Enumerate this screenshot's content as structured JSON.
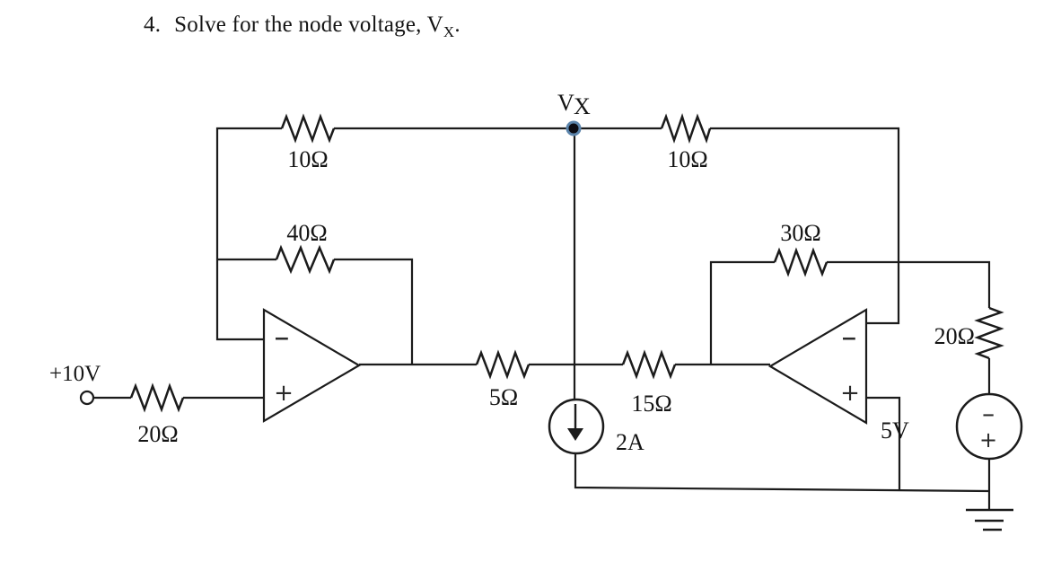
{
  "header": {
    "number": "4.",
    "title_text": "Solve for the node voltage, V",
    "title_sub": "X",
    "title_end": "."
  },
  "node_vx": {
    "main": "V",
    "sub": "X"
  },
  "components": {
    "r_top_left": {
      "label": "10Ω"
    },
    "r_top_right": {
      "label": "10Ω"
    },
    "r_40": {
      "label": "40Ω"
    },
    "r_30": {
      "label": "30Ω"
    },
    "r_20_input": {
      "label": "20Ω"
    },
    "r_5": {
      "label": "5Ω"
    },
    "r_15": {
      "label": "15Ω"
    },
    "r_20_right": {
      "label": "20Ω"
    },
    "source_10v": {
      "label": "+10V"
    },
    "source_2a": {
      "label": "2A"
    },
    "source_5v": {
      "label": "5V",
      "minus": "−",
      "plus": "+"
    },
    "opamp_left": {
      "minus": "−",
      "plus": "+"
    },
    "opamp_right": {
      "minus": "−",
      "plus": "+"
    }
  },
  "colors": {
    "wire": "#1b1b1b",
    "text": "#141414",
    "node_dot_fill": "#0b0b12",
    "node_dot_ring": "#5b84ab",
    "background": "#ffffff"
  }
}
